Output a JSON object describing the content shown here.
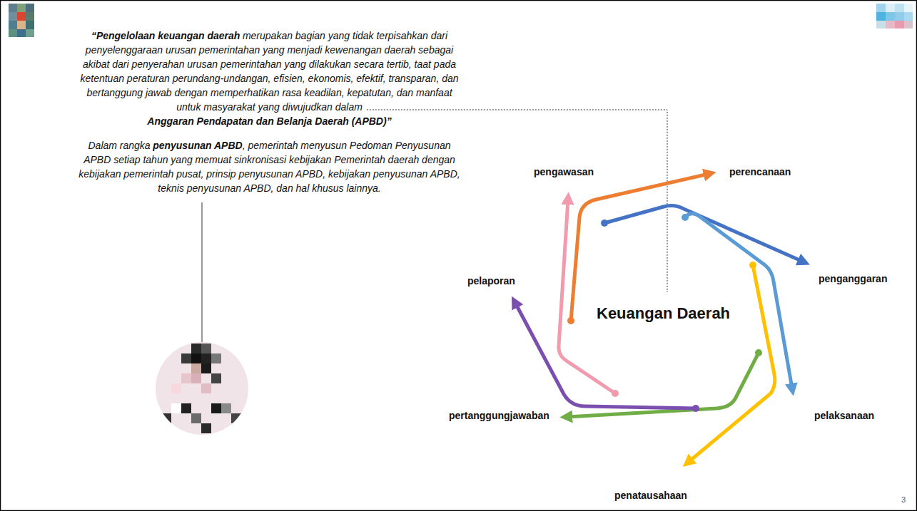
{
  "diagram": {
    "labels": [
      "“Pengelolaan keuangan daerah",
      "merupakan bagian yang tidak terpisahkan dari penyelenggaraan urusan pemerintahan yang menjadi kewenangan daerah sebagai akibat dari penyerahan urusan pemerintahan yang dilakukan secara tertib, taat pada ketentuan peraturan perundang-undangan, efisien, ekonomis, efektif, transparan, dan bertanggung jawab dengan memperhatikan rasa keadilan, kepatutan, dan manfaat untuk masyarakat yang diwujudkan dalam",
      "Anggaran Pendapatan dan Belanja Daerah (APBD)”",
      "Dalam rangka",
      "penyusunan APBD",
      ", pemerintah menyusun Pedoman Penyusunan APBD setiap tahun yang memuat sinkronisasi kebijakan Pemerintah daerah dengan kebijakan pemerintah pusat, prinsip penyusunan APBD, kebijakan penyusunan APBD, teknis penyusunan APBD, dan hal khusus lainnya.",
      "pengawasan",
      "perencanaan",
      "penganggaran",
      "pelaporan",
      "Keuangan Daerah",
      "pertanggungjawaban",
      "pelaksanaan",
      "penatausahaan",
      "3"
    ]
  }
}
